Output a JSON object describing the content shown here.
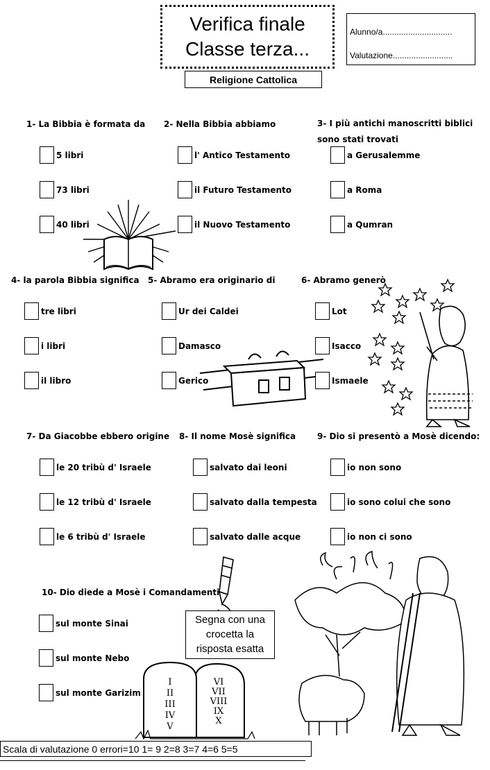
{
  "header": {
    "title_line1": "Verifica finale",
    "title_line2": "Classe terza...",
    "student_label": "Alunno/a..............................",
    "grade_label": "Valutazione..........................",
    "subject": "Religione Cattolica"
  },
  "questions": [
    {
      "label": "1-   La Bibbia è formata da",
      "options": [
        "5 libri",
        "73 libri",
        "40 libri"
      ]
    },
    {
      "label": "2-   Nella Bibbia abbiamo",
      "options": [
        "l' Antico Testamento",
        "il Futuro Testamento",
        "il Nuovo Testamento"
      ]
    },
    {
      "label": "3-  I più antichi manoscritti biblici sono stati trovati",
      "options": [
        "a Gerusalemme",
        "a Roma",
        "a Qumran"
      ]
    },
    {
      "label": "4-  la parola Bibbia significa",
      "options": [
        "tre libri",
        "i libri",
        "il libro"
      ]
    },
    {
      "label": "5-  Abramo era originario di",
      "options": [
        "Ur dei Caldei",
        "Damasco",
        "Gerico"
      ]
    },
    {
      "label": "6-  Abramo generò",
      "options": [
        "Lot",
        "Isacco",
        "Ismaele"
      ]
    },
    {
      "label": "7-  Da Giacobbe ebbero origine",
      "options": [
        "le 20 tribù d' Israele",
        "le 12 tribù d' Israele",
        "le 6 tribù d' Israele"
      ]
    },
    {
      "label": "8-  Il nome Mosè significa",
      "options": [
        "salvato dai leoni",
        "salvato dalla tempesta",
        "salvato dalle acque"
      ]
    },
    {
      "label": "9-  Dio si presentò a Mosè dicendo:",
      "options": [
        "io non sono",
        "io sono colui che sono",
        "io non ci sono"
      ]
    },
    {
      "label": "10- Dio diede a Mosè i Comandamenti",
      "options": [
        "sul monte Sinai",
        "sul monte Nebo",
        "sul monte Garizim"
      ]
    }
  ],
  "instruction": {
    "line1": "Segna con una",
    "line2": "crocetta la",
    "line3": "risposta esatta"
  },
  "tablets": {
    "left": [
      "I",
      "II",
      "III",
      "IV",
      "V"
    ],
    "right": [
      "VI",
      "VII",
      "VIII",
      "IX",
      "X"
    ]
  },
  "grading_scale": "Scala di valutazione  0 errori=10    1= 9  2=8  3=7  4=6  5=5"
}
